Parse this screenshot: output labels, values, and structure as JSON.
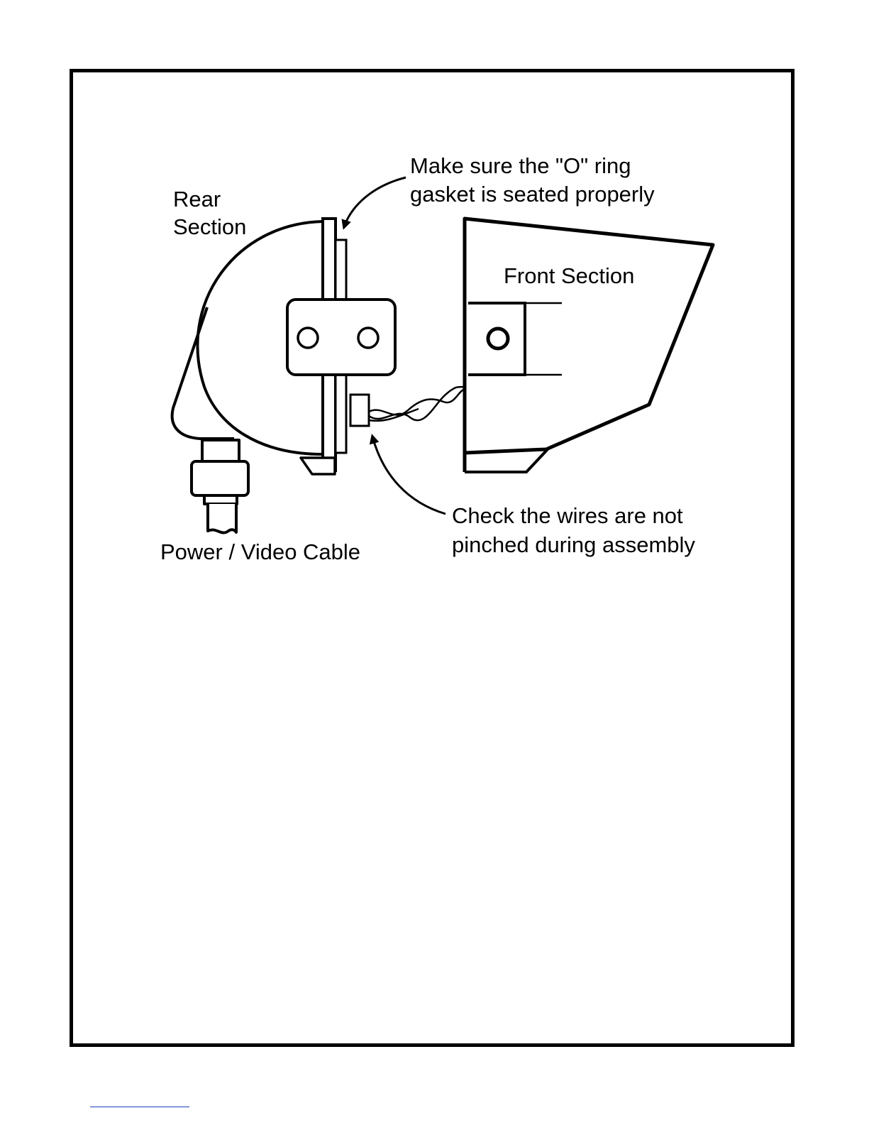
{
  "figure": {
    "labels": {
      "rear_section_line1": "Rear",
      "rear_section_line2": "Section",
      "front_section": "Front Section",
      "gasket_note_line1": "Make sure the \"O\" ring",
      "gasket_note_line2": "gasket is seated properly",
      "wires_note_line1": "Check the wires are not",
      "wires_note_line2": "pinched during assembly",
      "cable": "Power / Video Cable"
    }
  },
  "colors": {
    "ink": "#000000",
    "paper": "#ffffff",
    "footer_rule": "#1a3fb8"
  }
}
